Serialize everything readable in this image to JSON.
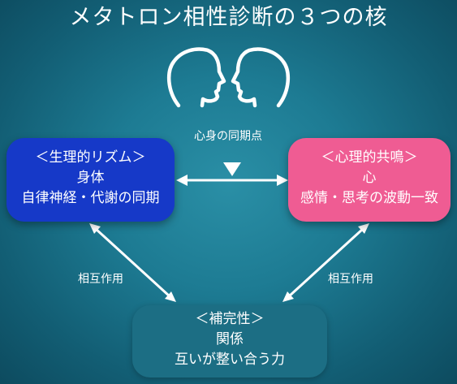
{
  "title": "メタトロン相性診断の３つの核",
  "sync_point": "心身の同期点",
  "left_box": {
    "heading": "＜生理的リズム＞",
    "subject": "身体",
    "detail": "自律神経・代謝の同期",
    "color": "#1639c8"
  },
  "right_box": {
    "heading": "＜心理的共鳴＞",
    "subject": "心",
    "detail": "感情・思考の波動一致",
    "color": "#ef5c93"
  },
  "bottom_box": {
    "heading": "＜補完性＞",
    "subject": "関係",
    "detail": "互いが整い合う力",
    "color": "#1c6e84"
  },
  "left_link_label": "相互作用",
  "right_link_label": "相互作用",
  "icons": [
    "head-profile-left-icon",
    "head-profile-right-icon",
    "down-triangle-icon"
  ]
}
